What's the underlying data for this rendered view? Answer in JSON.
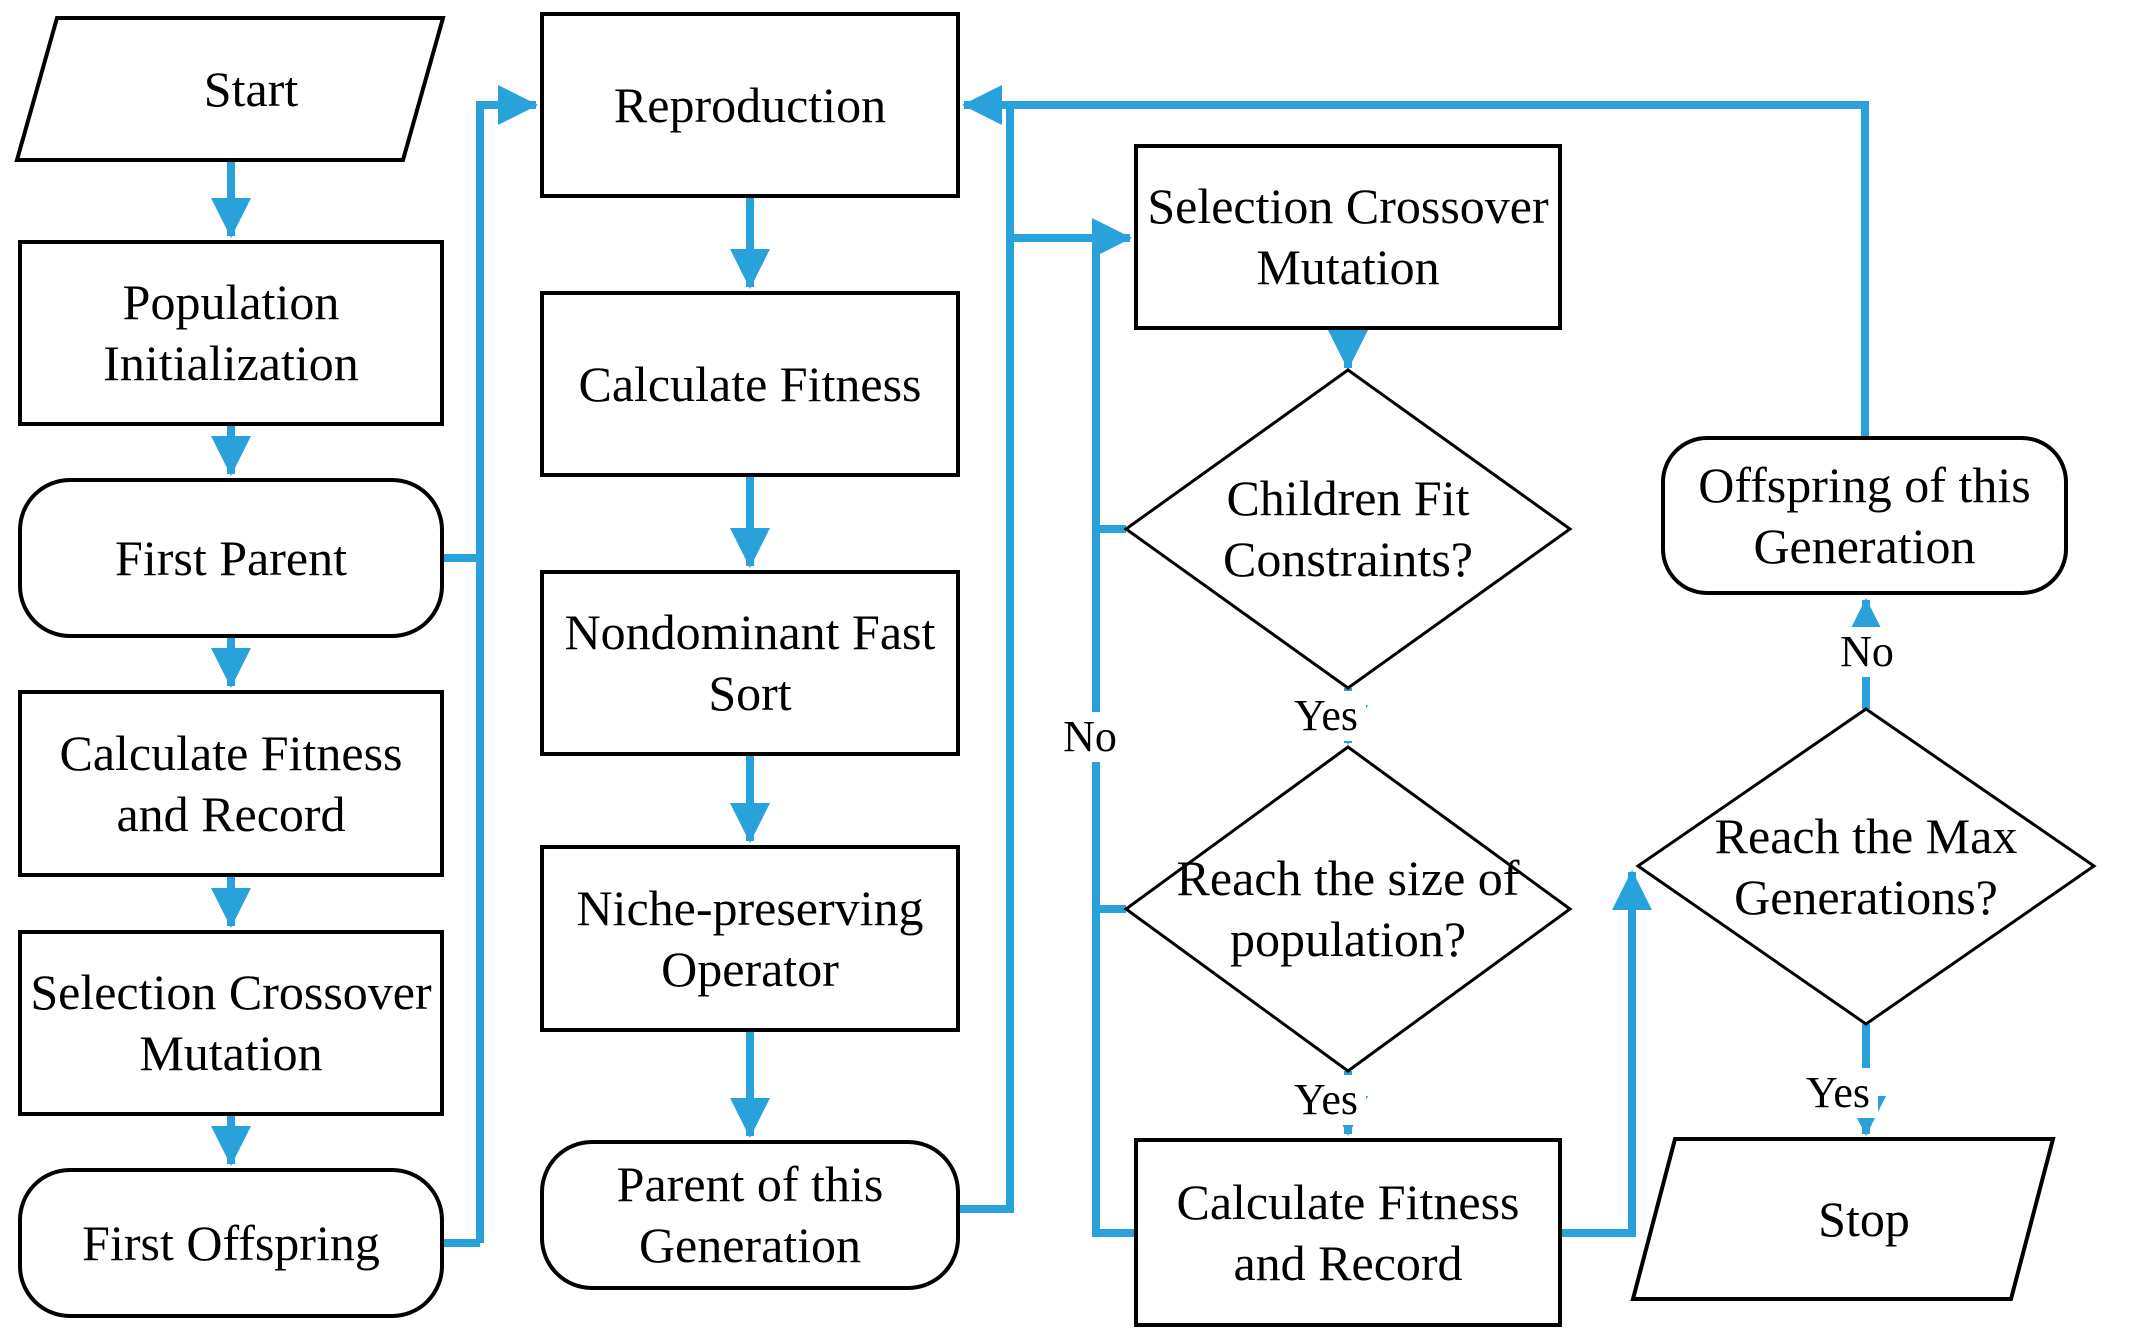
{
  "figure": {
    "kind": "flowchart",
    "background_color": "#ffffff",
    "accent_color": "#29A2DB",
    "outline_color": "#000000"
  },
  "nodes": {
    "start": {
      "label": "Start",
      "shape": "parallelogram"
    },
    "population_initialization": {
      "label": "Population Initialization",
      "shape": "rect"
    },
    "first_parent": {
      "label": "First Parent",
      "shape": "rounded"
    },
    "calculate_fitness_and_record_first": {
      "label": "Calculate Fitness and Record",
      "shape": "rect"
    },
    "selection_crossover_mutation_first": {
      "label": "Selection Crossover Mutation",
      "shape": "rect"
    },
    "first_offspring": {
      "label": "First Offspring",
      "shape": "rounded"
    },
    "reproduction": {
      "label": "Reproduction",
      "shape": "rect"
    },
    "calculate_fitness": {
      "label": "Calculate Fitness",
      "shape": "rect"
    },
    "nondominant_fast_sort": {
      "label": "Nondominant Fast Sort",
      "shape": "rect"
    },
    "niche_preserving_operator": {
      "label": "Niche-preserving Operator",
      "shape": "rect"
    },
    "parent_of_this_generation": {
      "label": "Parent of this Generation",
      "shape": "rounded"
    },
    "selection_crossover_mutation_loop": {
      "label": "Selection Crossover Mutation",
      "shape": "rect"
    },
    "children_fit_constraints": {
      "label": "Children Fit Constraints?",
      "shape": "diamond"
    },
    "reach_size_of_population": {
      "label": "Reach the size of population?",
      "shape": "diamond"
    },
    "calculate_fitness_and_record_loop": {
      "label": "Calculate Fitness and Record",
      "shape": "rect"
    },
    "offspring_of_this_generation": {
      "label": "Offspring of this Generation",
      "shape": "rounded"
    },
    "reach_max_generations": {
      "label": "Reach the Max Generations?",
      "shape": "diamond"
    },
    "stop": {
      "label": "Stop",
      "shape": "parallelogram"
    }
  },
  "branch_labels": {
    "children_fit_yes": "Yes",
    "reach_size_yes": "Yes",
    "max_generations_yes": "Yes",
    "max_generations_no": "No",
    "constraints_no": "No"
  }
}
